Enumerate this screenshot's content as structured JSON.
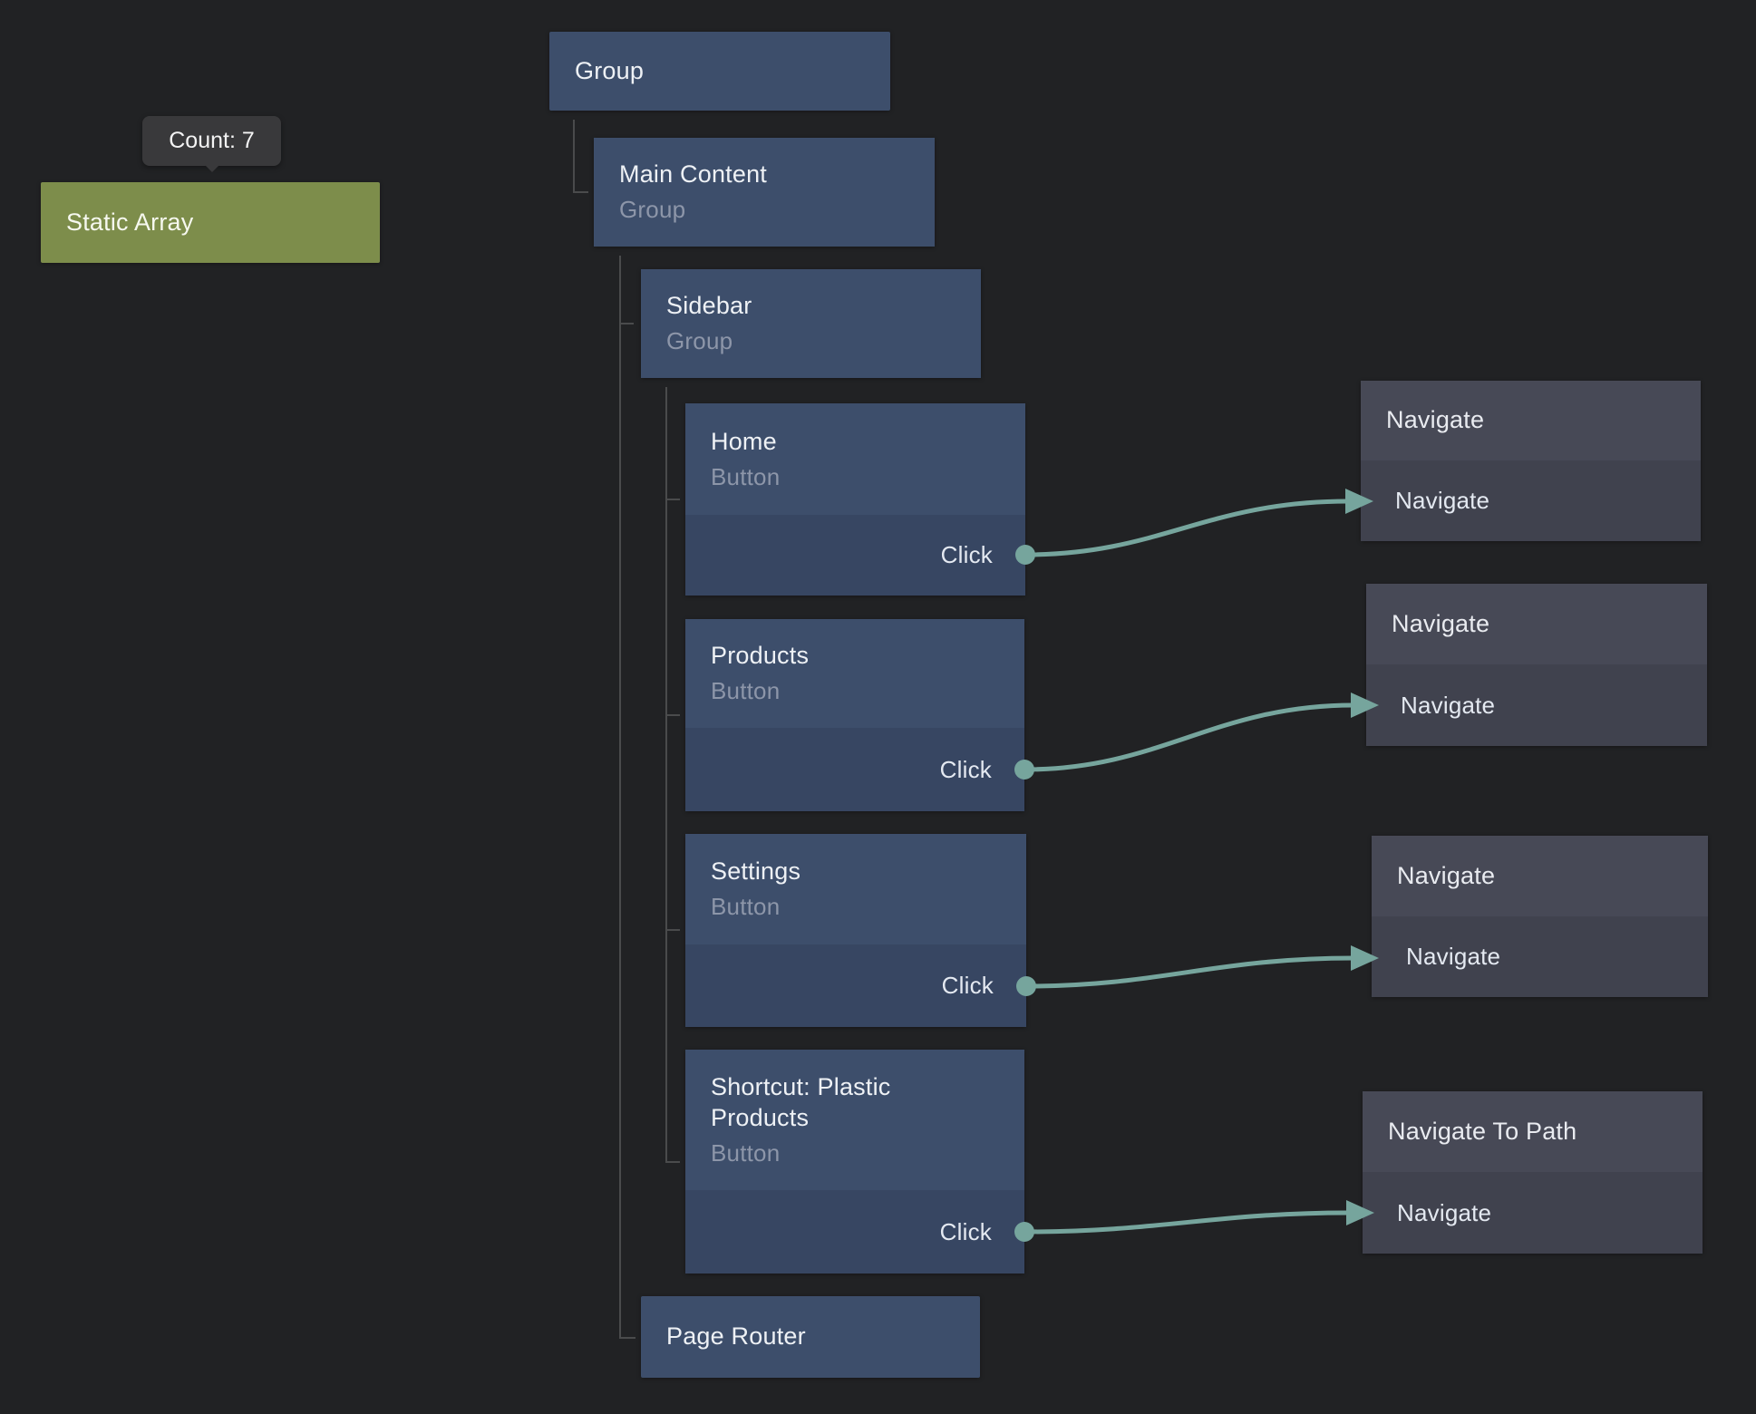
{
  "palette": {
    "canvas_bg": "#212224",
    "node_blue_header": "#3d4e6b",
    "node_blue_body": "#374662",
    "node_gray_header": "#474956",
    "node_gray_body": "#40424e",
    "node_data": "#7d8d4b",
    "edge": "#76a59d",
    "tree_line": "#4a4b4c",
    "tooltip_bg": "#39393b"
  },
  "tooltip": {
    "text": "Count: 7"
  },
  "nodes": {
    "static_array": {
      "title": "Static Array"
    },
    "group": {
      "title": "Group"
    },
    "main_content": {
      "title": "Main Content",
      "subtitle": "Group"
    },
    "sidebar": {
      "title": "Sidebar",
      "subtitle": "Group"
    },
    "home": {
      "title": "Home",
      "subtitle": "Button",
      "output": "Click"
    },
    "products": {
      "title": "Products",
      "subtitle": "Button",
      "output": "Click"
    },
    "settings": {
      "title": "Settings",
      "subtitle": "Button",
      "output": "Click"
    },
    "shortcut": {
      "title": "Shortcut: Plastic Products",
      "subtitle": "Button",
      "output": "Click"
    },
    "page_router": {
      "title": "Page Router"
    },
    "navigate_1": {
      "title": "Navigate",
      "input": "Navigate"
    },
    "navigate_2": {
      "title": "Navigate",
      "input": "Navigate"
    },
    "navigate_3": {
      "title": "Navigate",
      "input": "Navigate"
    },
    "navigate_to_path": {
      "title": "Navigate To Path",
      "input": "Navigate"
    }
  }
}
